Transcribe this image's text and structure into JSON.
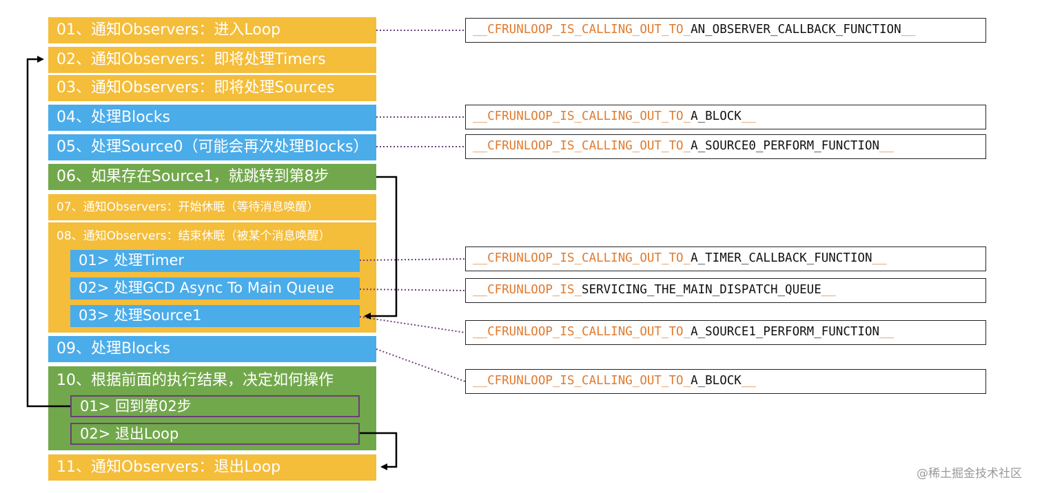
{
  "steps": [
    {
      "label": "01、通知Observers：进入Loop"
    },
    {
      "label": "02、通知Observers：即将处理Timers"
    },
    {
      "label": "03、通知Observers：即将处理Sources"
    },
    {
      "label": "04、处理Blocks"
    },
    {
      "label": "05、处理Source0（可能会再次处理Blocks）"
    },
    {
      "label": "06、如果存在Source1，就跳转到第8步"
    },
    {
      "label": "07、通知Observers：开始休眠（等待消息唤醒）"
    },
    {
      "label": "08、通知Observers：结束休眠（被某个消息唤醒）"
    },
    {
      "label": "09、处理Blocks"
    },
    {
      "label": "10、根据前面的执行结果，决定如何操作"
    },
    {
      "label": "11、通知Observers：退出Loop"
    }
  ],
  "step8_subs": [
    {
      "label": "01> 处理Timer"
    },
    {
      "label": "02> 处理GCD Async To Main Queue"
    },
    {
      "label": "03> 处理Source1"
    }
  ],
  "step10_subs": [
    {
      "label": "01> 回到第02步"
    },
    {
      "label": "02> 退出Loop"
    }
  ],
  "functions": [
    {
      "prefix": "__CFRUNLOOP_IS_CALLING_OUT_TO_",
      "name": "AN_OBSERVER_CALLBACK_FUNCTION",
      "suffix": "__"
    },
    {
      "prefix": "__CFRUNLOOP_IS_CALLING_OUT_TO_",
      "name": "A_BLOCK",
      "suffix": "__"
    },
    {
      "prefix": "__CFRUNLOOP_IS_CALLING_OUT_TO_",
      "name": "A_SOURCE0_PERFORM_FUNCTION",
      "suffix": "__"
    },
    {
      "prefix": "__CFRUNLOOP_IS_CALLING_OUT_TO_",
      "name": "A_TIMER_CALLBACK_FUNCTION",
      "suffix": "__"
    },
    {
      "prefix": "__CFRUNLOOP_IS_",
      "name": "SERVICING_THE_MAIN_DISPATCH_QUEUE",
      "suffix": "__"
    },
    {
      "prefix": "__CFRUNLOOP_IS_CALLING_OUT_TO_",
      "name": "A_SOURCE1_PERFORM_FUNCTION",
      "suffix": "__"
    },
    {
      "prefix": "__CFRUNLOOP_IS_CALLING_OUT_TO_",
      "name": "A_BLOCK",
      "suffix": "__"
    }
  ],
  "watermark": "@稀土掘金技术社区",
  "colors": {
    "observer_step": "#f4bd3a",
    "process_step": "#4bacea",
    "control_step": "#72a84c",
    "function_prefix": "#e07a2e",
    "connector": "#6b3d7a"
  }
}
